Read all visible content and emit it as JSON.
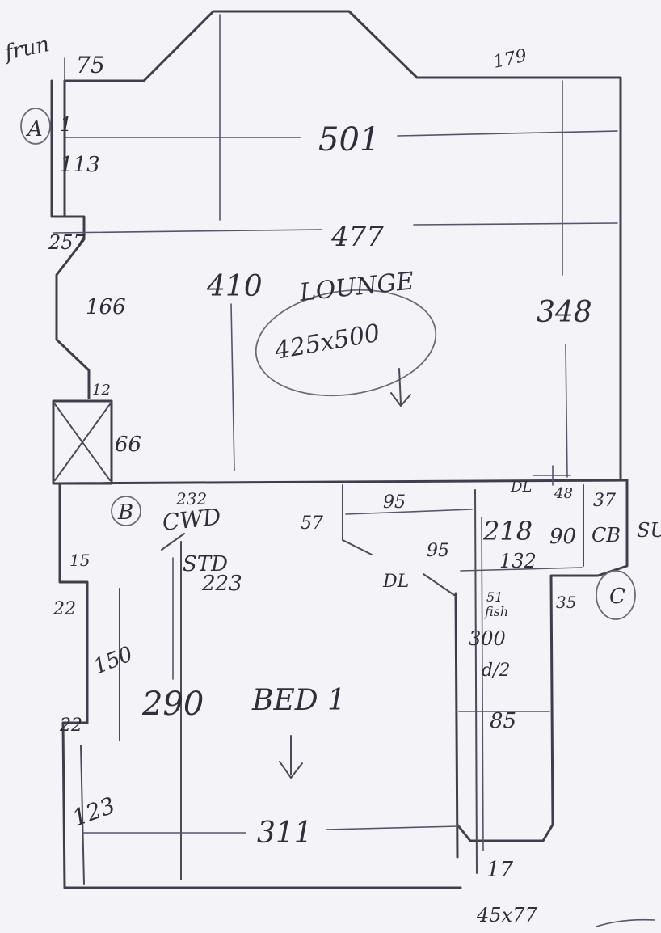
{
  "plan": {
    "title": "",
    "corner_note": "frun",
    "tl_75": "75",
    "tr_179": "179",
    "marker_a": "A",
    "note_1": "1",
    "note_113": "113",
    "dim_501": "501",
    "dim_477": "477",
    "dim_257": "257",
    "dim_166": "166",
    "dim_12": "12",
    "dim_66": "66",
    "dim_410": "410",
    "lounge_label": "LOUNGE",
    "lounge_size": "425x500",
    "dim_348": "348",
    "marker_b": "B",
    "cwd_num": "232",
    "cwd_label": "CWD",
    "std_label": "STD",
    "std_num": "223",
    "dim_57": "57",
    "dim_95a": "95",
    "dim_95b": "95",
    "dim_218": "218",
    "dl_top": "DL",
    "dim_48": "48",
    "dim_37": "37",
    "dim_90": "90",
    "cb_label": "CB",
    "su_label": "SU",
    "dim_15": "15",
    "dl_mid": "DL",
    "dim_132": "132",
    "dim_51": "51",
    "fish_label": "fish",
    "dim_35": "35",
    "marker_c": "C",
    "dim_22a": "22",
    "dim_150": "150",
    "dim_290": "290",
    "bed_label": "BED 1",
    "dim_300": "300",
    "div_label": "d/2",
    "dim_85": "85",
    "dim_22b": "22",
    "dim_123": "123",
    "dim_311": "311",
    "dim_17": "17",
    "bottom_size": "45x77"
  }
}
